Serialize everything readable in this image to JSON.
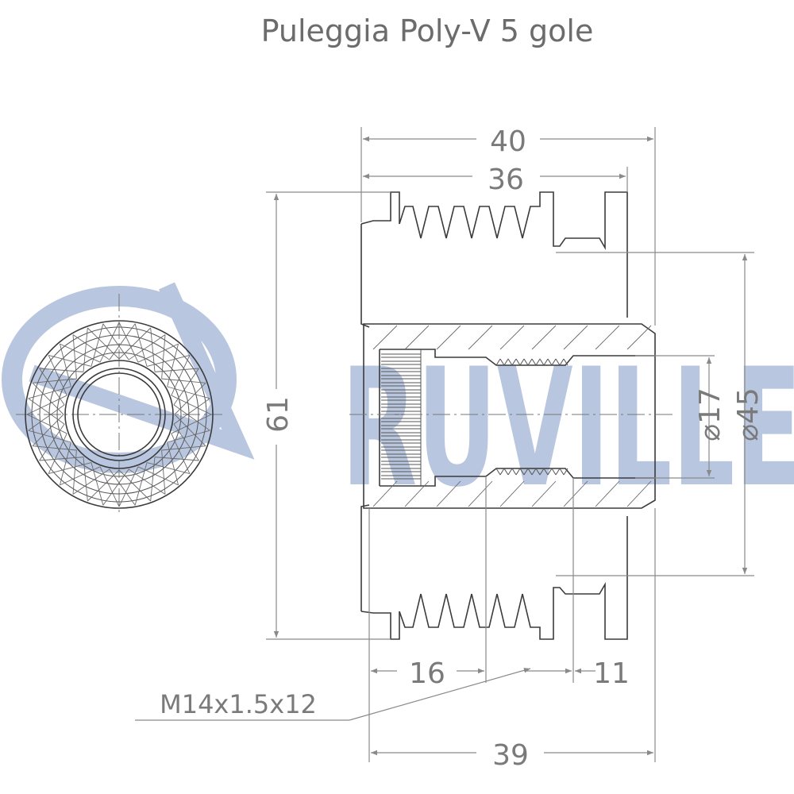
{
  "title": "Puleggia Poly-V 5 gole",
  "watermark": "RUVILLE",
  "colors": {
    "watermark": "#b9c6e0",
    "line": "#3b3b3b",
    "dimension": "#8a8a8a",
    "text": "#6c6c6c"
  },
  "dimensions": {
    "overall_width": "40",
    "groove_width": "36",
    "height": "61",
    "bore_diameter": "⌀17",
    "inner_diameter": "⌀45",
    "left_section": "16",
    "right_section": "11",
    "thread_spec": "M14x1.5x12",
    "total_length": "39"
  }
}
